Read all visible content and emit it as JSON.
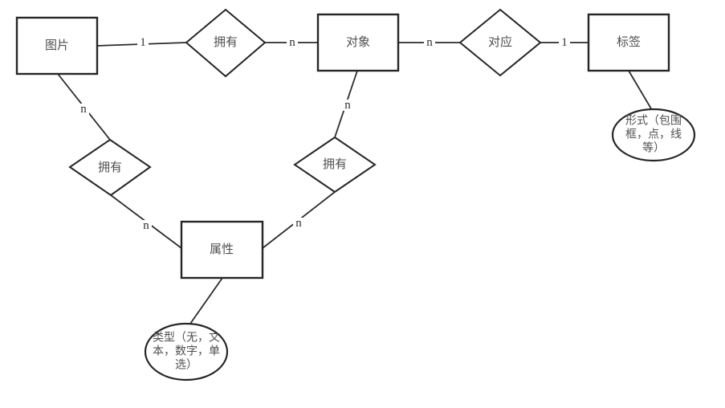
{
  "diagram": {
    "type": "er-diagram",
    "background_color": "#ffffff",
    "stroke_color": "#262626",
    "text_color": "#4f4f4f",
    "entities": [
      {
        "id": "image",
        "label": "图片"
      },
      {
        "id": "object",
        "label": "对象"
      },
      {
        "id": "tag",
        "label": "标签"
      },
      {
        "id": "attribute",
        "label": "属性"
      }
    ],
    "relationships": [
      {
        "id": "has-top",
        "label": "拥有"
      },
      {
        "id": "corresponds",
        "label": "对应"
      },
      {
        "id": "has-left",
        "label": "拥有"
      },
      {
        "id": "has-mid",
        "label": "拥有"
      }
    ],
    "attribute_ellipses": [
      {
        "id": "form",
        "attached_to": "标签",
        "label": "形式（包围框，点，线等）",
        "lines": [
          "形式（包围",
          "框，点，线",
          "等）"
        ]
      },
      {
        "id": "type",
        "attached_to": "属性",
        "label": "类型（无，文本，数字，单选）",
        "lines": [
          "类型（无，文",
          "本，数字，单",
          "选）"
        ]
      }
    ],
    "cardinalities": [
      {
        "id": "image-has",
        "label": "1"
      },
      {
        "id": "has-object",
        "label": "n"
      },
      {
        "id": "object-corr",
        "label": "n"
      },
      {
        "id": "corr-tag",
        "label": "1"
      },
      {
        "id": "image-hasleft",
        "label": "n"
      },
      {
        "id": "object-hasmid",
        "label": "n"
      },
      {
        "id": "hasleft-attr",
        "label": "n"
      },
      {
        "id": "hasmid-attr",
        "label": "n"
      }
    ],
    "connections": [
      {
        "from": "图片",
        "via": "拥有",
        "to": "对象",
        "from_cardinality": "1",
        "to_cardinality": "n"
      },
      {
        "from": "对象",
        "via": "对应",
        "to": "标签",
        "from_cardinality": "n",
        "to_cardinality": "1"
      },
      {
        "from": "图片",
        "via": "拥有",
        "to": "属性",
        "from_cardinality": "n",
        "to_cardinality": "n"
      },
      {
        "from": "对象",
        "via": "拥有",
        "to": "属性",
        "from_cardinality": "n",
        "to_cardinality": "n"
      },
      {
        "from": "标签",
        "to": "形式（包围框，点，线等）"
      },
      {
        "from": "属性",
        "to": "类型（无，文本，数字，单选）"
      }
    ]
  }
}
